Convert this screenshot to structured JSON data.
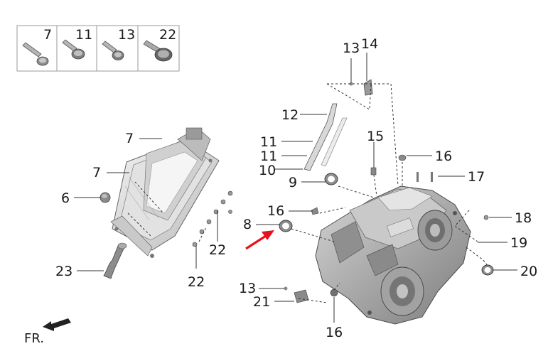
{
  "legend": {
    "items": [
      {
        "number": "7"
      },
      {
        "number": "11"
      },
      {
        "number": "13"
      },
      {
        "number": "22"
      }
    ]
  },
  "callouts": {
    "c7a": "7",
    "c7b": "7",
    "c6": "6",
    "c23": "23",
    "c22a": "22",
    "c22b": "22",
    "c13a": "13",
    "c14": "14",
    "c12": "12",
    "c11a": "11",
    "c11b": "11",
    "c10": "10",
    "c9": "9",
    "c15": "15",
    "c16a": "16",
    "c17": "17",
    "c16b": "16",
    "c8": "8",
    "c18": "18",
    "c19": "19",
    "c20": "20",
    "c13b": "13",
    "c21": "21",
    "c16c": "16"
  },
  "front_indicator": "FR.",
  "colors": {
    "highlight_arrow": "#e8101a",
    "part_grey": "#b9b9b9",
    "part_dark": "#6a6a6a"
  }
}
